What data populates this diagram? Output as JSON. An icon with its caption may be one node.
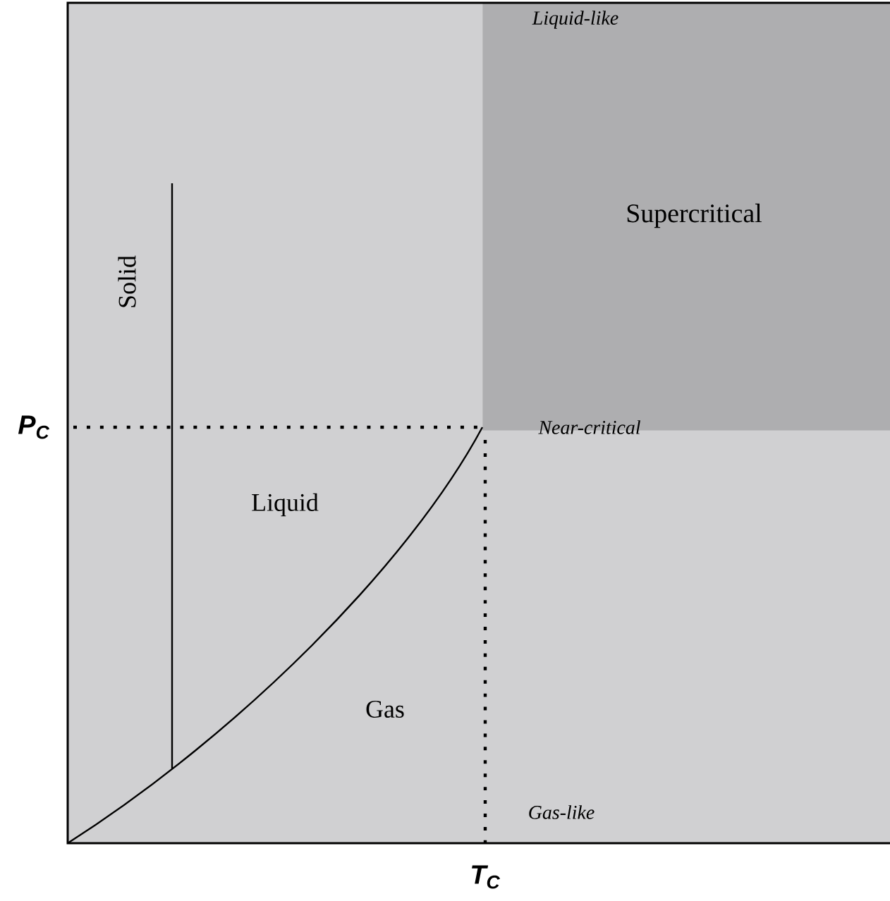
{
  "diagram": {
    "nodes": [
      {
        "text": [
          "Supercritical"
        ]
      }
    ],
    "labels": [
      "Liquid-like",
      "Solid",
      "P$_{C}$",
      "Near-critical",
      "Liquid",
      "Gas",
      "Gas-like",
      "T$_{C}$"
    ]
  }
}
